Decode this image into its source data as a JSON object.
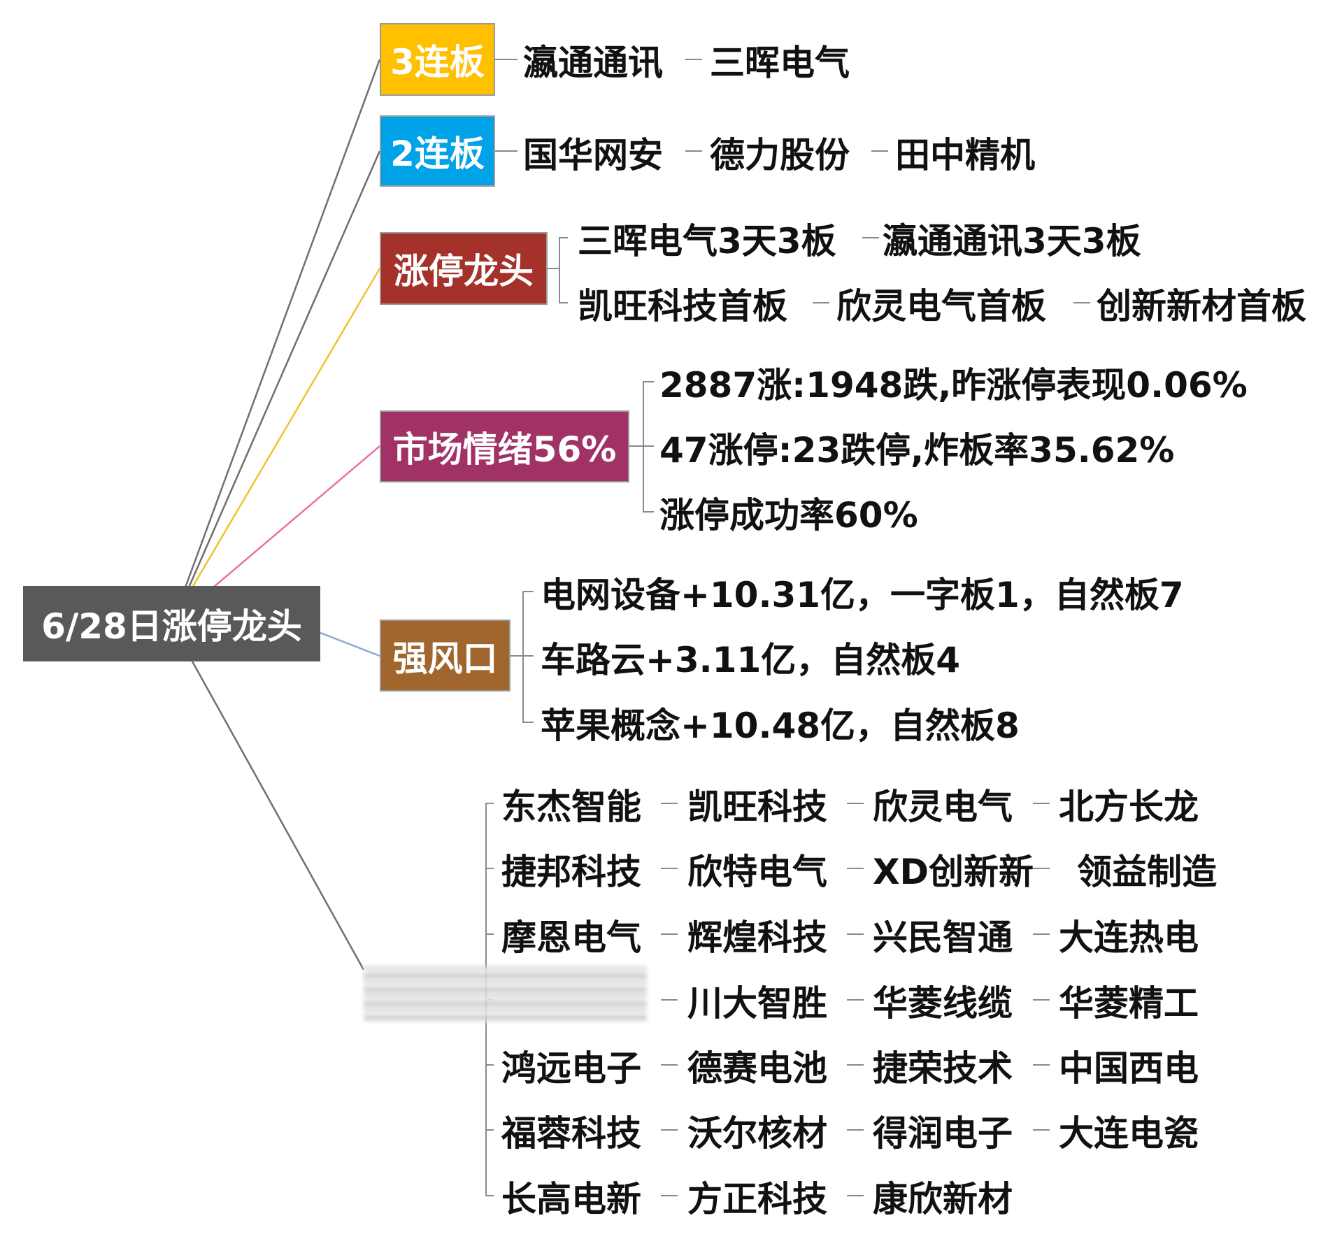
{
  "root": {
    "label": "6/28日涨停龙头",
    "color": "#595959"
  },
  "categories": [
    {
      "key": "lianban3",
      "label": "3连板",
      "color": "#FFC000",
      "line_color": "#6f6f6f",
      "items": [
        "瀛通通讯",
        "三晖电气"
      ]
    },
    {
      "key": "lianban2",
      "label": "2连板",
      "color": "#00A2E8",
      "line_color": "#6f6f6f",
      "items": [
        "国华网安",
        "德力股份",
        "田中精机"
      ]
    },
    {
      "key": "zhangting_longtou",
      "label": "涨停龙头",
      "color": "#A5312B",
      "line_color": "#F2C12E",
      "rows": [
        [
          "三晖电气3天3板",
          "瀛通通讯3天3板"
        ],
        [
          "凯旺科技首板",
          "欣灵电气首板",
          "创新新材首板"
        ]
      ]
    },
    {
      "key": "shichang_qingxu",
      "label": "市场情绪56%",
      "color": "#A03266",
      "line_color": "#EA6FA8",
      "rows": [
        "2887涨:1948跌,昨涨停表现0.06%",
        "47涨停:23跌停,炸板率35.62%",
        "涨停成功率60%"
      ]
    },
    {
      "key": "qiang_fengkou",
      "label": "强风口",
      "color": "#A0662D",
      "line_color": "#8FA3D8",
      "rows": [
        "电网设备+10.31亿，一字板1，自然板7",
        "车路云+3.11亿，自然板4",
        "苹果概念+10.48亿，自然板8"
      ]
    }
  ],
  "stocks": {
    "line_color": "#6f6f6f",
    "rows": [
      [
        "东杰智能",
        "凯旺科技",
        "欣灵电气",
        "北方长龙"
      ],
      [
        "捷邦科技",
        "欣特电气",
        "XD创新新",
        "领益制造"
      ],
      [
        "摩恩电气",
        "辉煌科技",
        "兴民智通",
        "大连热电"
      ],
      [
        "",
        "川大智胜",
        "华菱线缆",
        "华菱精工"
      ],
      [
        "鸿远电子",
        "德赛电池",
        "捷荣技术",
        "中国西电"
      ],
      [
        "福蓉科技",
        "沃尔核材",
        "得润电子",
        "大连电瓷"
      ],
      [
        "长高电新",
        "方正科技",
        "康欣新材"
      ]
    ]
  }
}
